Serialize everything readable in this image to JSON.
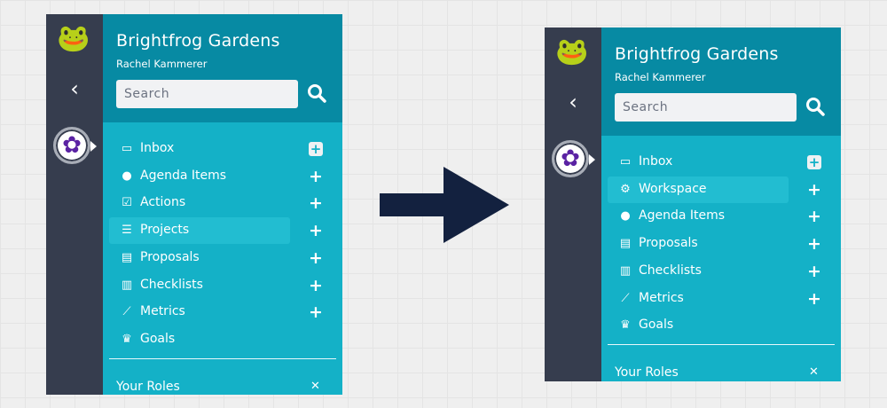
{
  "colors": {
    "rail": "#363d4e",
    "header": "#078aa3",
    "list": "#14b1c7",
    "highlight": "#22bdd1",
    "arrow": "#13213f"
  },
  "panels": [
    {
      "id": "before",
      "title": "Brightfrog Gardens",
      "user": "Rachel Kammerer",
      "search_placeholder": "Search",
      "items": [
        {
          "label": "Inbox",
          "icon": "inbox-icon",
          "plus": "box"
        },
        {
          "label": "Agenda Items",
          "icon": "clock-icon",
          "plus": "plain"
        },
        {
          "label": "Actions",
          "icon": "checkbox-icon",
          "plus": "plain"
        },
        {
          "label": "Projects",
          "icon": "tasks-list-icon",
          "plus": "plain",
          "highlighted": true
        },
        {
          "label": "Proposals",
          "icon": "scroll-icon",
          "plus": "plain"
        },
        {
          "label": "Checklists",
          "icon": "clipboard-icon",
          "plus": "plain"
        },
        {
          "label": "Metrics",
          "icon": "line-chart-icon",
          "plus": "plain"
        },
        {
          "label": "Goals",
          "icon": "trophy-icon",
          "plus": ""
        }
      ],
      "roles_label": "Your Roles"
    },
    {
      "id": "after",
      "title": "Brightfrog Gardens",
      "user": "Rachel Kammerer",
      "search_placeholder": "Search",
      "items": [
        {
          "label": "Inbox",
          "icon": "inbox-icon",
          "plus": "box"
        },
        {
          "label": "Workspace",
          "icon": "cogs-icon",
          "plus": "plain",
          "highlighted": true
        },
        {
          "label": "Agenda Items",
          "icon": "clock-icon",
          "plus": "plain"
        },
        {
          "label": "Proposals",
          "icon": "scroll-icon",
          "plus": "plain"
        },
        {
          "label": "Checklists",
          "icon": "clipboard-icon",
          "plus": "plain"
        },
        {
          "label": "Metrics",
          "icon": "line-chart-icon",
          "plus": "plain"
        },
        {
          "label": "Goals",
          "icon": "trophy-icon",
          "plus": ""
        }
      ],
      "roles_label": "Your Roles"
    }
  ]
}
